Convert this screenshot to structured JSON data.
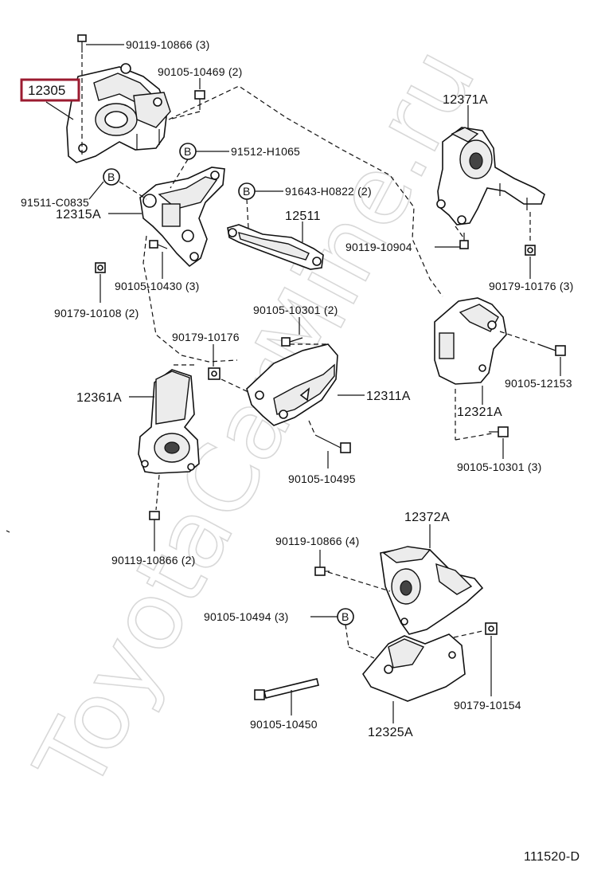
{
  "highlight_color": "#9b1b30",
  "watermark": "ToyotaCarMine.ru",
  "diagram_id": "111520-D",
  "callout_symbol": "B",
  "labels": {
    "p12305": "12305",
    "p90119_10866_top": "90119-10866 (3)",
    "p90105_10469": "90105-10469 (2)",
    "p91512": "91512-H1065",
    "p91511": "91511-C0835",
    "p12315A": "12315A",
    "p91643": "91643-H0822 (2)",
    "p12511": "12511",
    "p12371A": "12371A",
    "p90119_10904": "90119-10904",
    "p90179_10176_r": "90179-10176 (3)",
    "p90105_10430": "90105-10430 (3)",
    "p90179_10108": "90179-10108 (2)",
    "p90105_10301_top": "90105-10301 (2)",
    "p90179_10176_c": "90179-10176",
    "p12361A": "12361A",
    "p12311A": "12311A",
    "p90105_12153": "90105-12153",
    "p12321A": "12321A",
    "p90105_10495": "90105-10495",
    "p90105_10301_r": "90105-10301 (3)",
    "p90119_10866_bl": "90119-10866 (2)",
    "p12372A": "12372A",
    "p90119_10866_b": "90119-10866 (4)",
    "p90105_10494": "90105-10494 (3)",
    "p90179_10154": "90179-10154",
    "p90105_10450": "90105-10450",
    "p12325A": "12325A"
  }
}
